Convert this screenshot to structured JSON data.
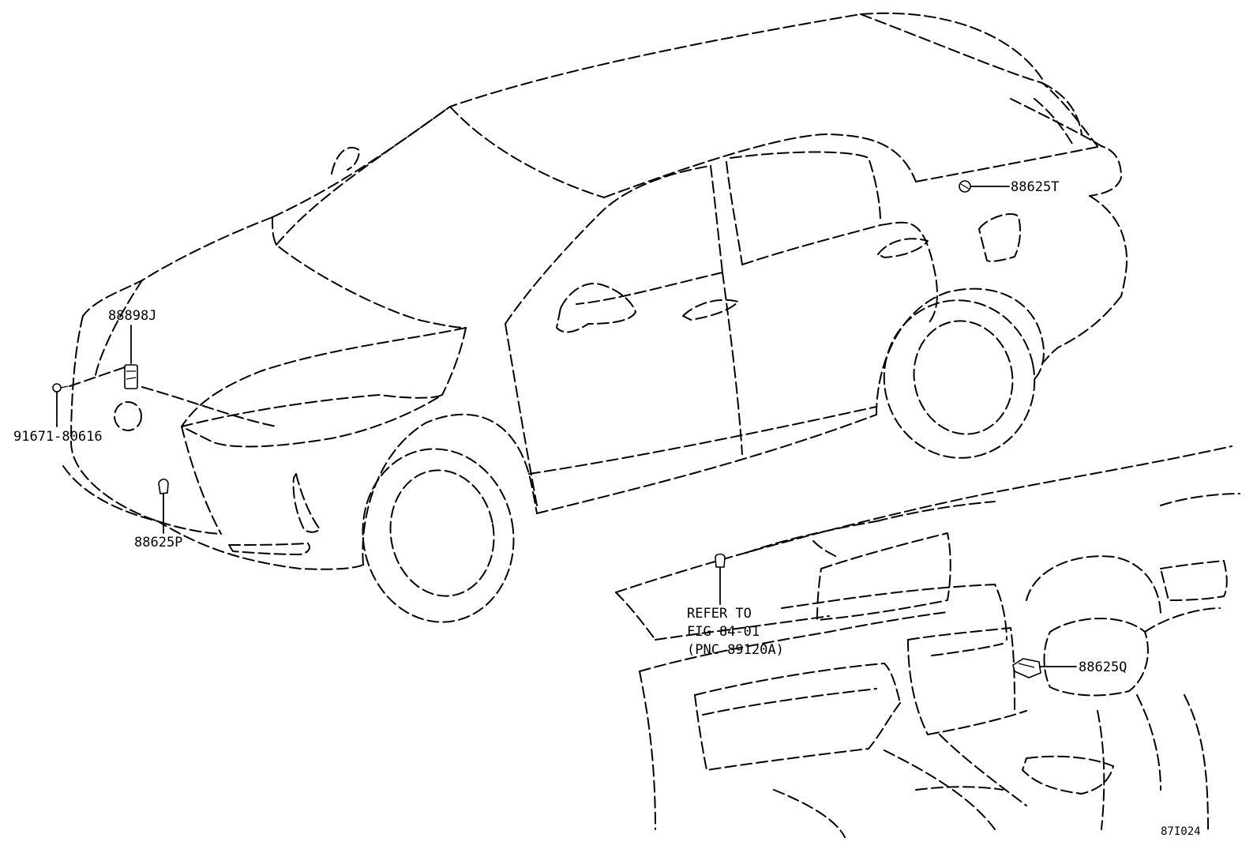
{
  "labels": {
    "part_88898j": "88898J",
    "part_91671": "91671-80616",
    "part_88625p": "88625P",
    "part_88625t": "88625T",
    "part_88625q": "88625Q",
    "refer_line1": "REFER TO",
    "refer_line2": "FIG 84-01",
    "refer_line3": "(PNC 89120A)",
    "figure_code": "87I024"
  }
}
